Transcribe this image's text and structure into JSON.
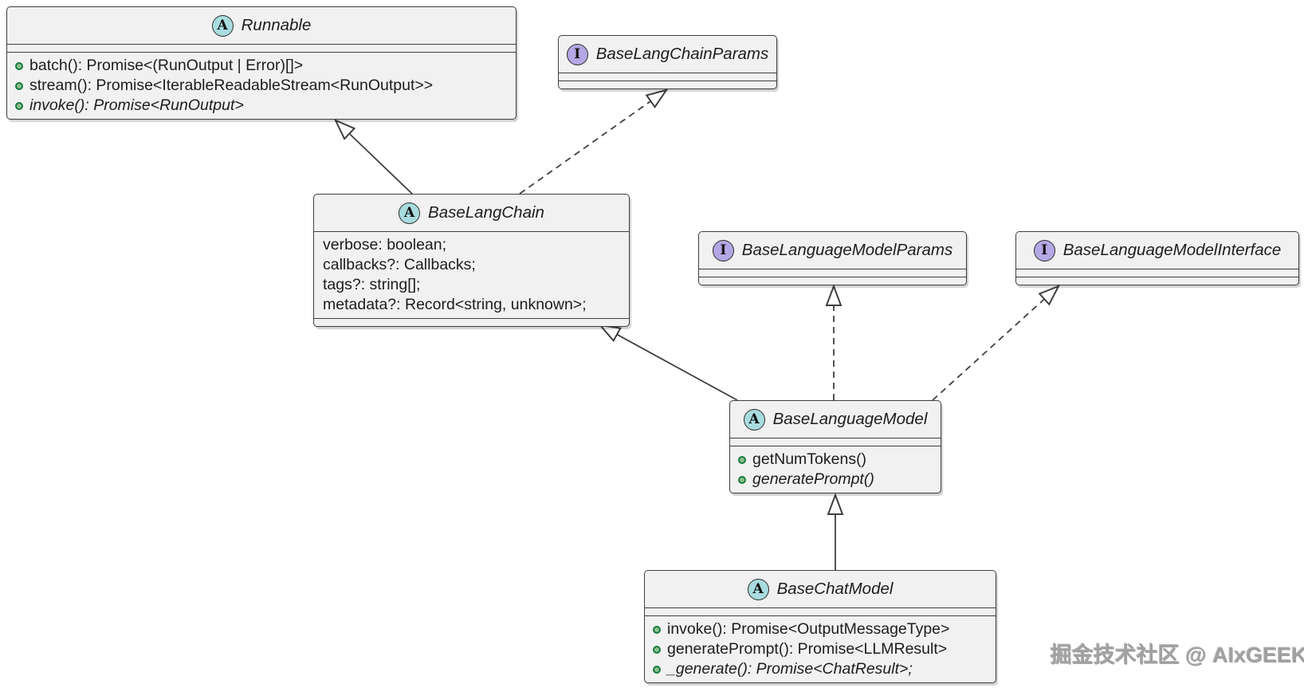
{
  "diagram": {
    "type": "uml-class-diagram",
    "classes": [
      {
        "id": "runnable",
        "stereotype": "abstract",
        "badge": "A",
        "name": "Runnable",
        "attributes": [],
        "methods": [
          {
            "text": "batch(): Promise<(RunOutput | Error)[]>",
            "italic": false
          },
          {
            "text": "stream(): Promise<IterableReadableStream<RunOutput>>",
            "italic": false
          },
          {
            "text": "invoke(): Promise<RunOutput>",
            "italic": true
          }
        ]
      },
      {
        "id": "base_lang_chain_params",
        "stereotype": "interface",
        "badge": "I",
        "name": "BaseLangChainParams",
        "attributes": [],
        "methods": []
      },
      {
        "id": "base_lang_chain",
        "stereotype": "abstract",
        "badge": "A",
        "name": "BaseLangChain",
        "attributes": [
          {
            "text": "verbose: boolean;",
            "italic": false
          },
          {
            "text": "callbacks?: Callbacks;",
            "italic": false
          },
          {
            "text": "tags?: string[];",
            "italic": false
          },
          {
            "text": "metadata?: Record<string, unknown>;",
            "italic": false
          }
        ],
        "methods": []
      },
      {
        "id": "base_language_model_params",
        "stereotype": "interface",
        "badge": "I",
        "name": "BaseLanguageModelParams",
        "attributes": [],
        "methods": []
      },
      {
        "id": "base_language_model_interface",
        "stereotype": "interface",
        "badge": "I",
        "name": "BaseLanguageModelInterface",
        "attributes": [],
        "methods": []
      },
      {
        "id": "base_language_model",
        "stereotype": "abstract",
        "badge": "A",
        "name": "BaseLanguageModel",
        "attributes": [],
        "methods": [
          {
            "text": "getNumTokens()",
            "italic": false
          },
          {
            "text": "generatePrompt()",
            "italic": true
          }
        ]
      },
      {
        "id": "base_chat_model",
        "stereotype": "abstract",
        "badge": "A",
        "name": "BaseChatModel",
        "attributes": [],
        "methods": [
          {
            "text": "invoke(): Promise<OutputMessageType>",
            "italic": false
          },
          {
            "text": "generatePrompt(): Promise<LLMResult>",
            "italic": false
          },
          {
            "text": "_generate(): Promise<ChatResult>;",
            "italic": true
          }
        ]
      }
    ],
    "relations": [
      {
        "from": "BaseLangChain",
        "to": "Runnable",
        "type": "extends",
        "line": "solid"
      },
      {
        "from": "BaseLangChain",
        "to": "BaseLangChainParams",
        "type": "implements",
        "line": "dashed"
      },
      {
        "from": "BaseLanguageModel",
        "to": "BaseLangChain",
        "type": "extends",
        "line": "solid"
      },
      {
        "from": "BaseLanguageModel",
        "to": "BaseLanguageModelParams",
        "type": "implements",
        "line": "dashed"
      },
      {
        "from": "BaseLanguageModel",
        "to": "BaseLanguageModelInterface",
        "type": "implements",
        "line": "dashed"
      },
      {
        "from": "BaseChatModel",
        "to": "BaseLanguageModel",
        "type": "extends",
        "line": "solid"
      }
    ],
    "colors": {
      "box_fill": "#f1f1f1",
      "box_border": "#3f3f3f",
      "abstract_badge": "#a9dcdf",
      "interface_badge": "#b4a7e5",
      "method_bullet_fill": "#8cc08c",
      "method_bullet_border": "#167a3f",
      "text": "#1d1d1d"
    },
    "watermark": "掘金技术社区 @ AIxGEEK"
  }
}
